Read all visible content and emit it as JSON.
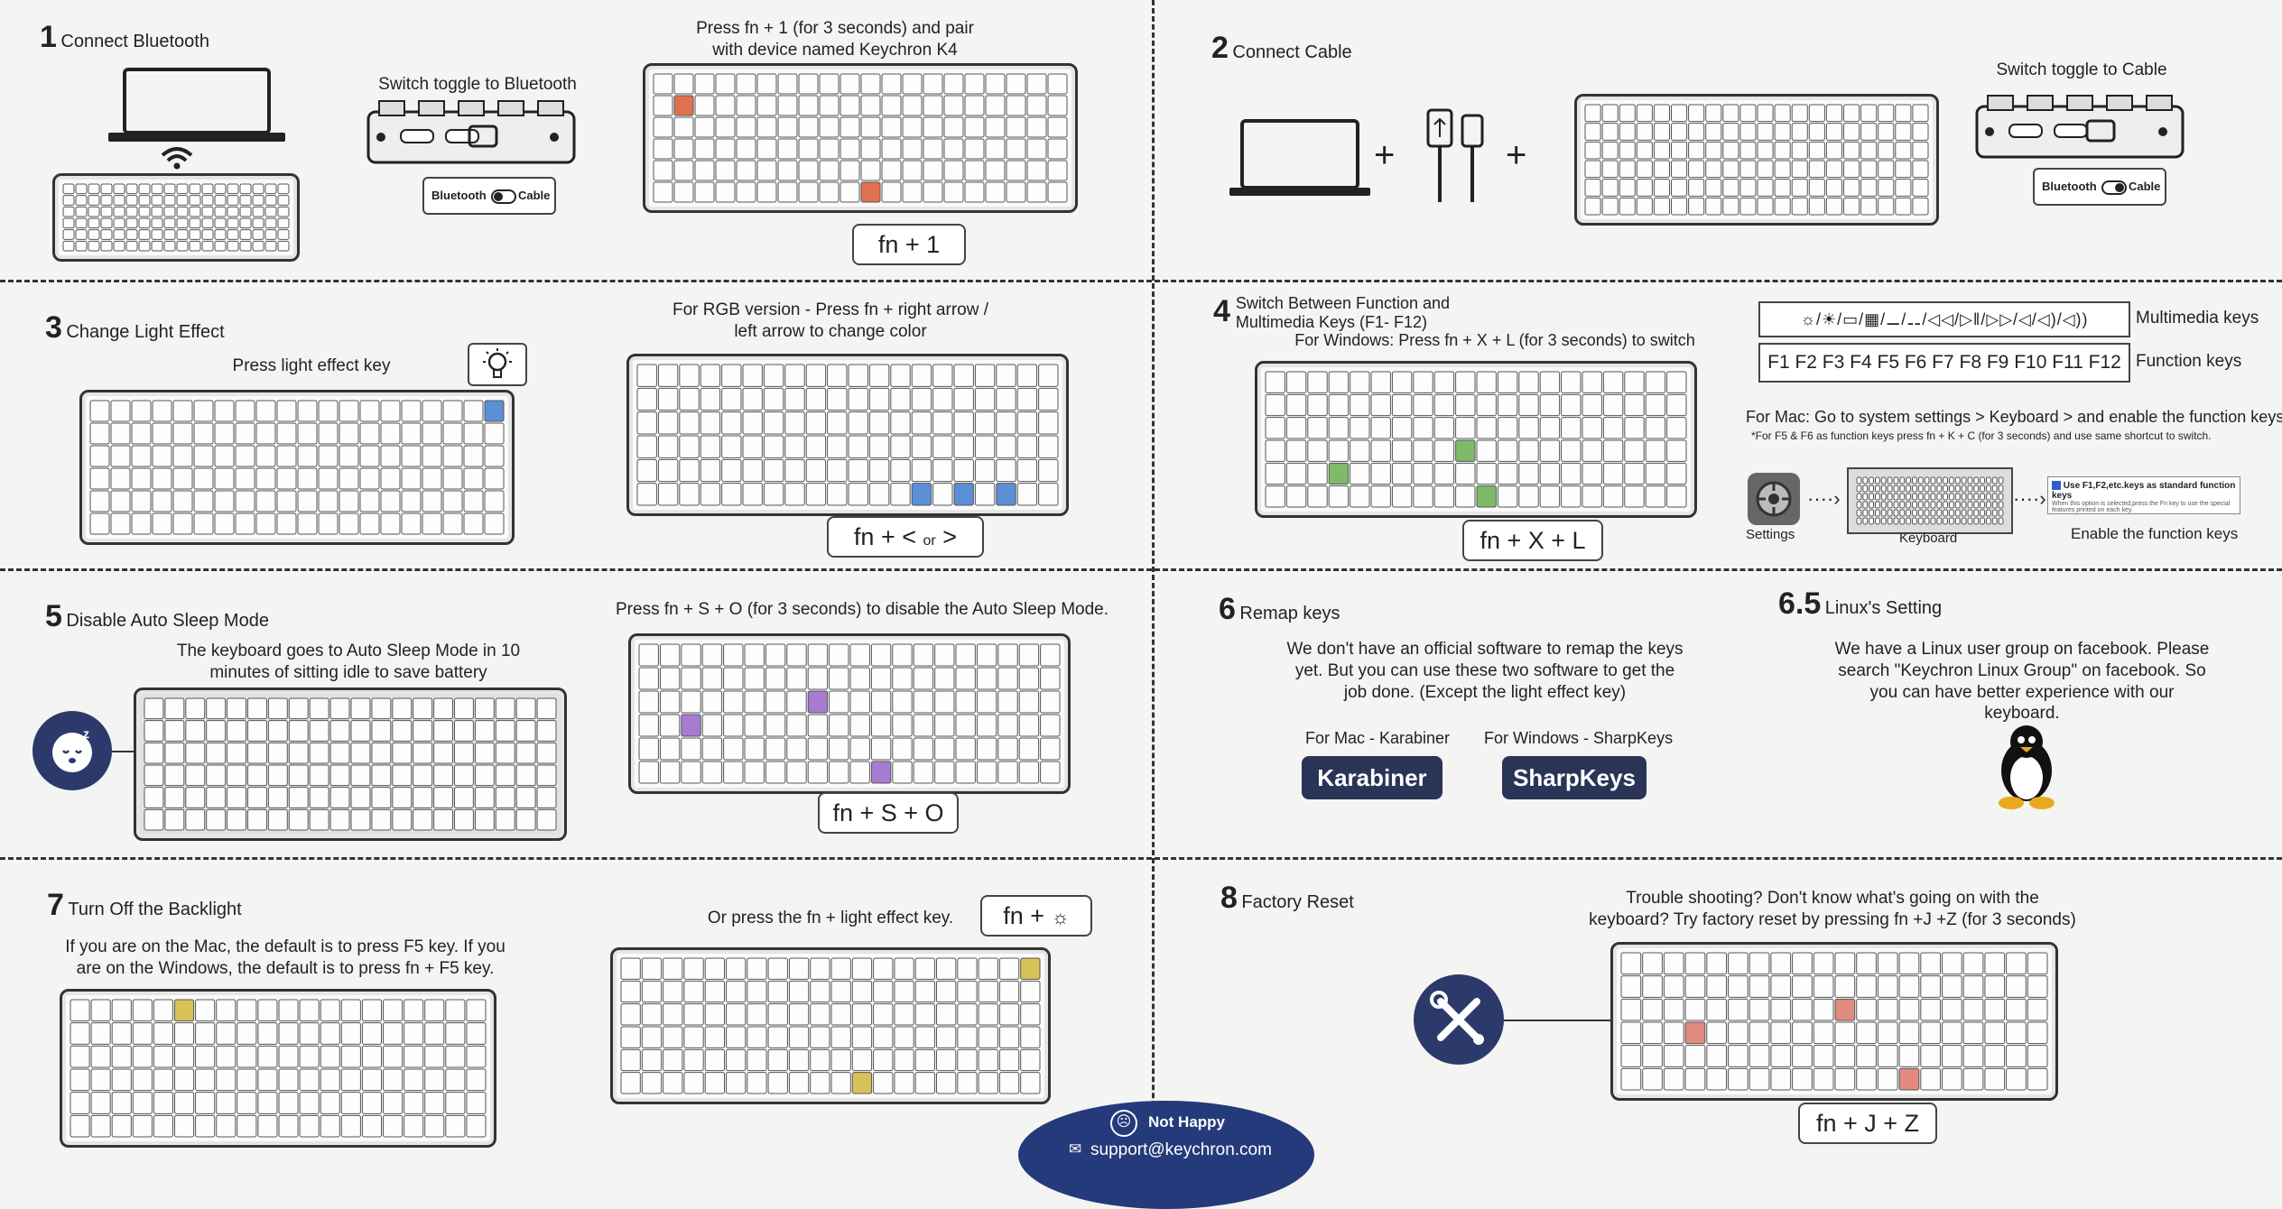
{
  "sections": {
    "s1": {
      "num": "1",
      "title": "Connect Bluetooth",
      "switch_caption": "Switch toggle to Bluetooth",
      "switch_left": "Bluetooth",
      "switch_right": "Cable",
      "instruction": "Press fn + 1 (for 3 seconds) and pair with device named Keychron K4",
      "combo": "fn  +  1"
    },
    "s2": {
      "num": "2",
      "title": "Connect Cable",
      "switch_caption": "Switch toggle to Cable",
      "switch_left": "Bluetooth",
      "switch_right": "Cable",
      "plus": "+"
    },
    "s3": {
      "num": "3",
      "title": "Change Light Effect",
      "caption": "Press light effect key",
      "instruction": "For RGB version - Press fn + right arrow / left arrow to change color",
      "combo_fn": "fn  +",
      "combo_lt": "<",
      "combo_or": "or",
      "combo_gt": ">"
    },
    "s4": {
      "num": "4",
      "title": "Switch Between Function and Multimedia Keys (F1- F12)",
      "windows": "For Windows:  Press fn + X + L (for 3 seconds) to switch",
      "combo": "fn  +  X  +  L",
      "multimedia_label": "Multimedia keys",
      "function_label": "Function keys",
      "function_keys": "F1  F2  F3  F4  F5  F6  F7  F8  F9  F10  F11  F12",
      "mac": "For Mac: Go to system settings > Keyboard > and enable the function keys.",
      "mac_note": "*For F5 & F6 as function keys press fn + K + C (for 3 seconds) and use same shortcut to switch.",
      "settings_label": "Settings",
      "keyboard_label": "Keyboard",
      "enable_label": "Enable the function keys",
      "checkbox_text": "Use F1,F2,etc.keys as standard function keys",
      "checkbox_sub": "When this option is selected,press the Fn key to use the special features printed on each key."
    },
    "s5": {
      "num": "5",
      "title": "Disable Auto Sleep Mode",
      "caption": "The keyboard goes to Auto Sleep Mode in 10 minutes of sitting idle to save battery",
      "instruction": "Press fn + S + O (for 3 seconds) to disable the Auto Sleep Mode.",
      "combo": "fn + S + O"
    },
    "s6": {
      "num": "6",
      "title": "Remap keys",
      "text": "We don't have an official software to remap the keys yet. But you can use these two software to get the job done. (Except the light effect key)",
      "mac_label": "For Mac - Karabiner",
      "win_label": "For Windows - SharpKeys",
      "mac_badge": "Karabiner",
      "win_badge": "SharpKeys"
    },
    "s65": {
      "num": "6.5",
      "title": "Linux's Setting",
      "text": "We have a Linux user group on facebook. Please search \"Keychron Linux Group\" on facebook. So you can have better experience with our keyboard."
    },
    "s7": {
      "num": "7",
      "title": "Turn Off the Backlight",
      "text": "If you are on the Mac, the default is to press F5 key. If you are on the Windows, the default is to press fn + F5 key.",
      "instruction": "Or press the fn + light effect key.",
      "combo": "fn  +"
    },
    "s8": {
      "num": "8",
      "title": "Factory Reset",
      "text": "Trouble shooting? Don't know what's going on with the keyboard? Try factory reset by pressing fn +J +Z  (for 3 seconds)",
      "combo": "fn + J + Z"
    }
  },
  "footer": {
    "title": "Not Happy",
    "email": "support@keychron.com"
  },
  "colors": {
    "orange": "#e0714f",
    "blue": "#5b8fd6",
    "green": "#7dbb6a",
    "purple": "#a77bd1",
    "yellow": "#d9c25a",
    "red": "#e38a80",
    "navy": "#2a3457"
  }
}
